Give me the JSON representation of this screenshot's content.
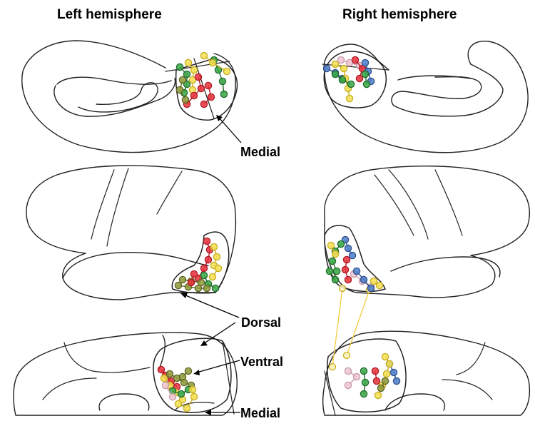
{
  "titles": {
    "left": "Left hemisphere",
    "right": "Right hemisphere"
  },
  "labels": {
    "medial_top": "Medial",
    "dorsal": "Dorsal",
    "ventral": "Ventral",
    "medial_bottom": "Medial"
  },
  "colors": {
    "red": "#e8323c",
    "green": "#3aa845",
    "olive": "#8f9b3a",
    "yellow": "#f3e052",
    "blue": "#4f7fc8",
    "pink": "#f0c8d2",
    "cross_link": "#f2d04a",
    "red_stroke": "#b01822",
    "green_stroke": "#1e6b2a",
    "olive_stroke": "#5c6422",
    "yellow_stroke": "#c9ad1f",
    "blue_stroke": "#2c4f8f",
    "pink_stroke": "#c79aa8"
  }
}
